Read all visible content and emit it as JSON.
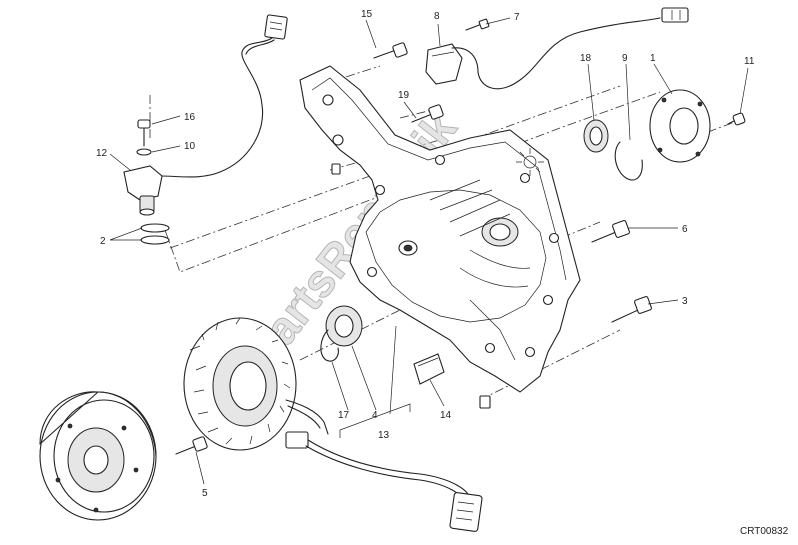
{
  "diagram": {
    "watermark": "PartsRepublik",
    "drawing_code": "CRT00832",
    "callouts": [
      {
        "id": "c15",
        "label": "15"
      },
      {
        "id": "c8",
        "label": "8"
      },
      {
        "id": "c7",
        "label": "7"
      },
      {
        "id": "c16",
        "label": "16"
      },
      {
        "id": "c10",
        "label": "10"
      },
      {
        "id": "c12",
        "label": "12"
      },
      {
        "id": "c2",
        "label": "2"
      },
      {
        "id": "c19",
        "label": "19"
      },
      {
        "id": "c18",
        "label": "18"
      },
      {
        "id": "c9",
        "label": "9"
      },
      {
        "id": "c1",
        "label": "1"
      },
      {
        "id": "c11",
        "label": "11"
      },
      {
        "id": "c6",
        "label": "6"
      },
      {
        "id": "c3",
        "label": "3"
      },
      {
        "id": "c14",
        "label": "14"
      },
      {
        "id": "c17",
        "label": "17"
      },
      {
        "id": "c4",
        "label": "4"
      },
      {
        "id": "c13",
        "label": "13"
      },
      {
        "id": "c5",
        "label": "5"
      }
    ]
  }
}
